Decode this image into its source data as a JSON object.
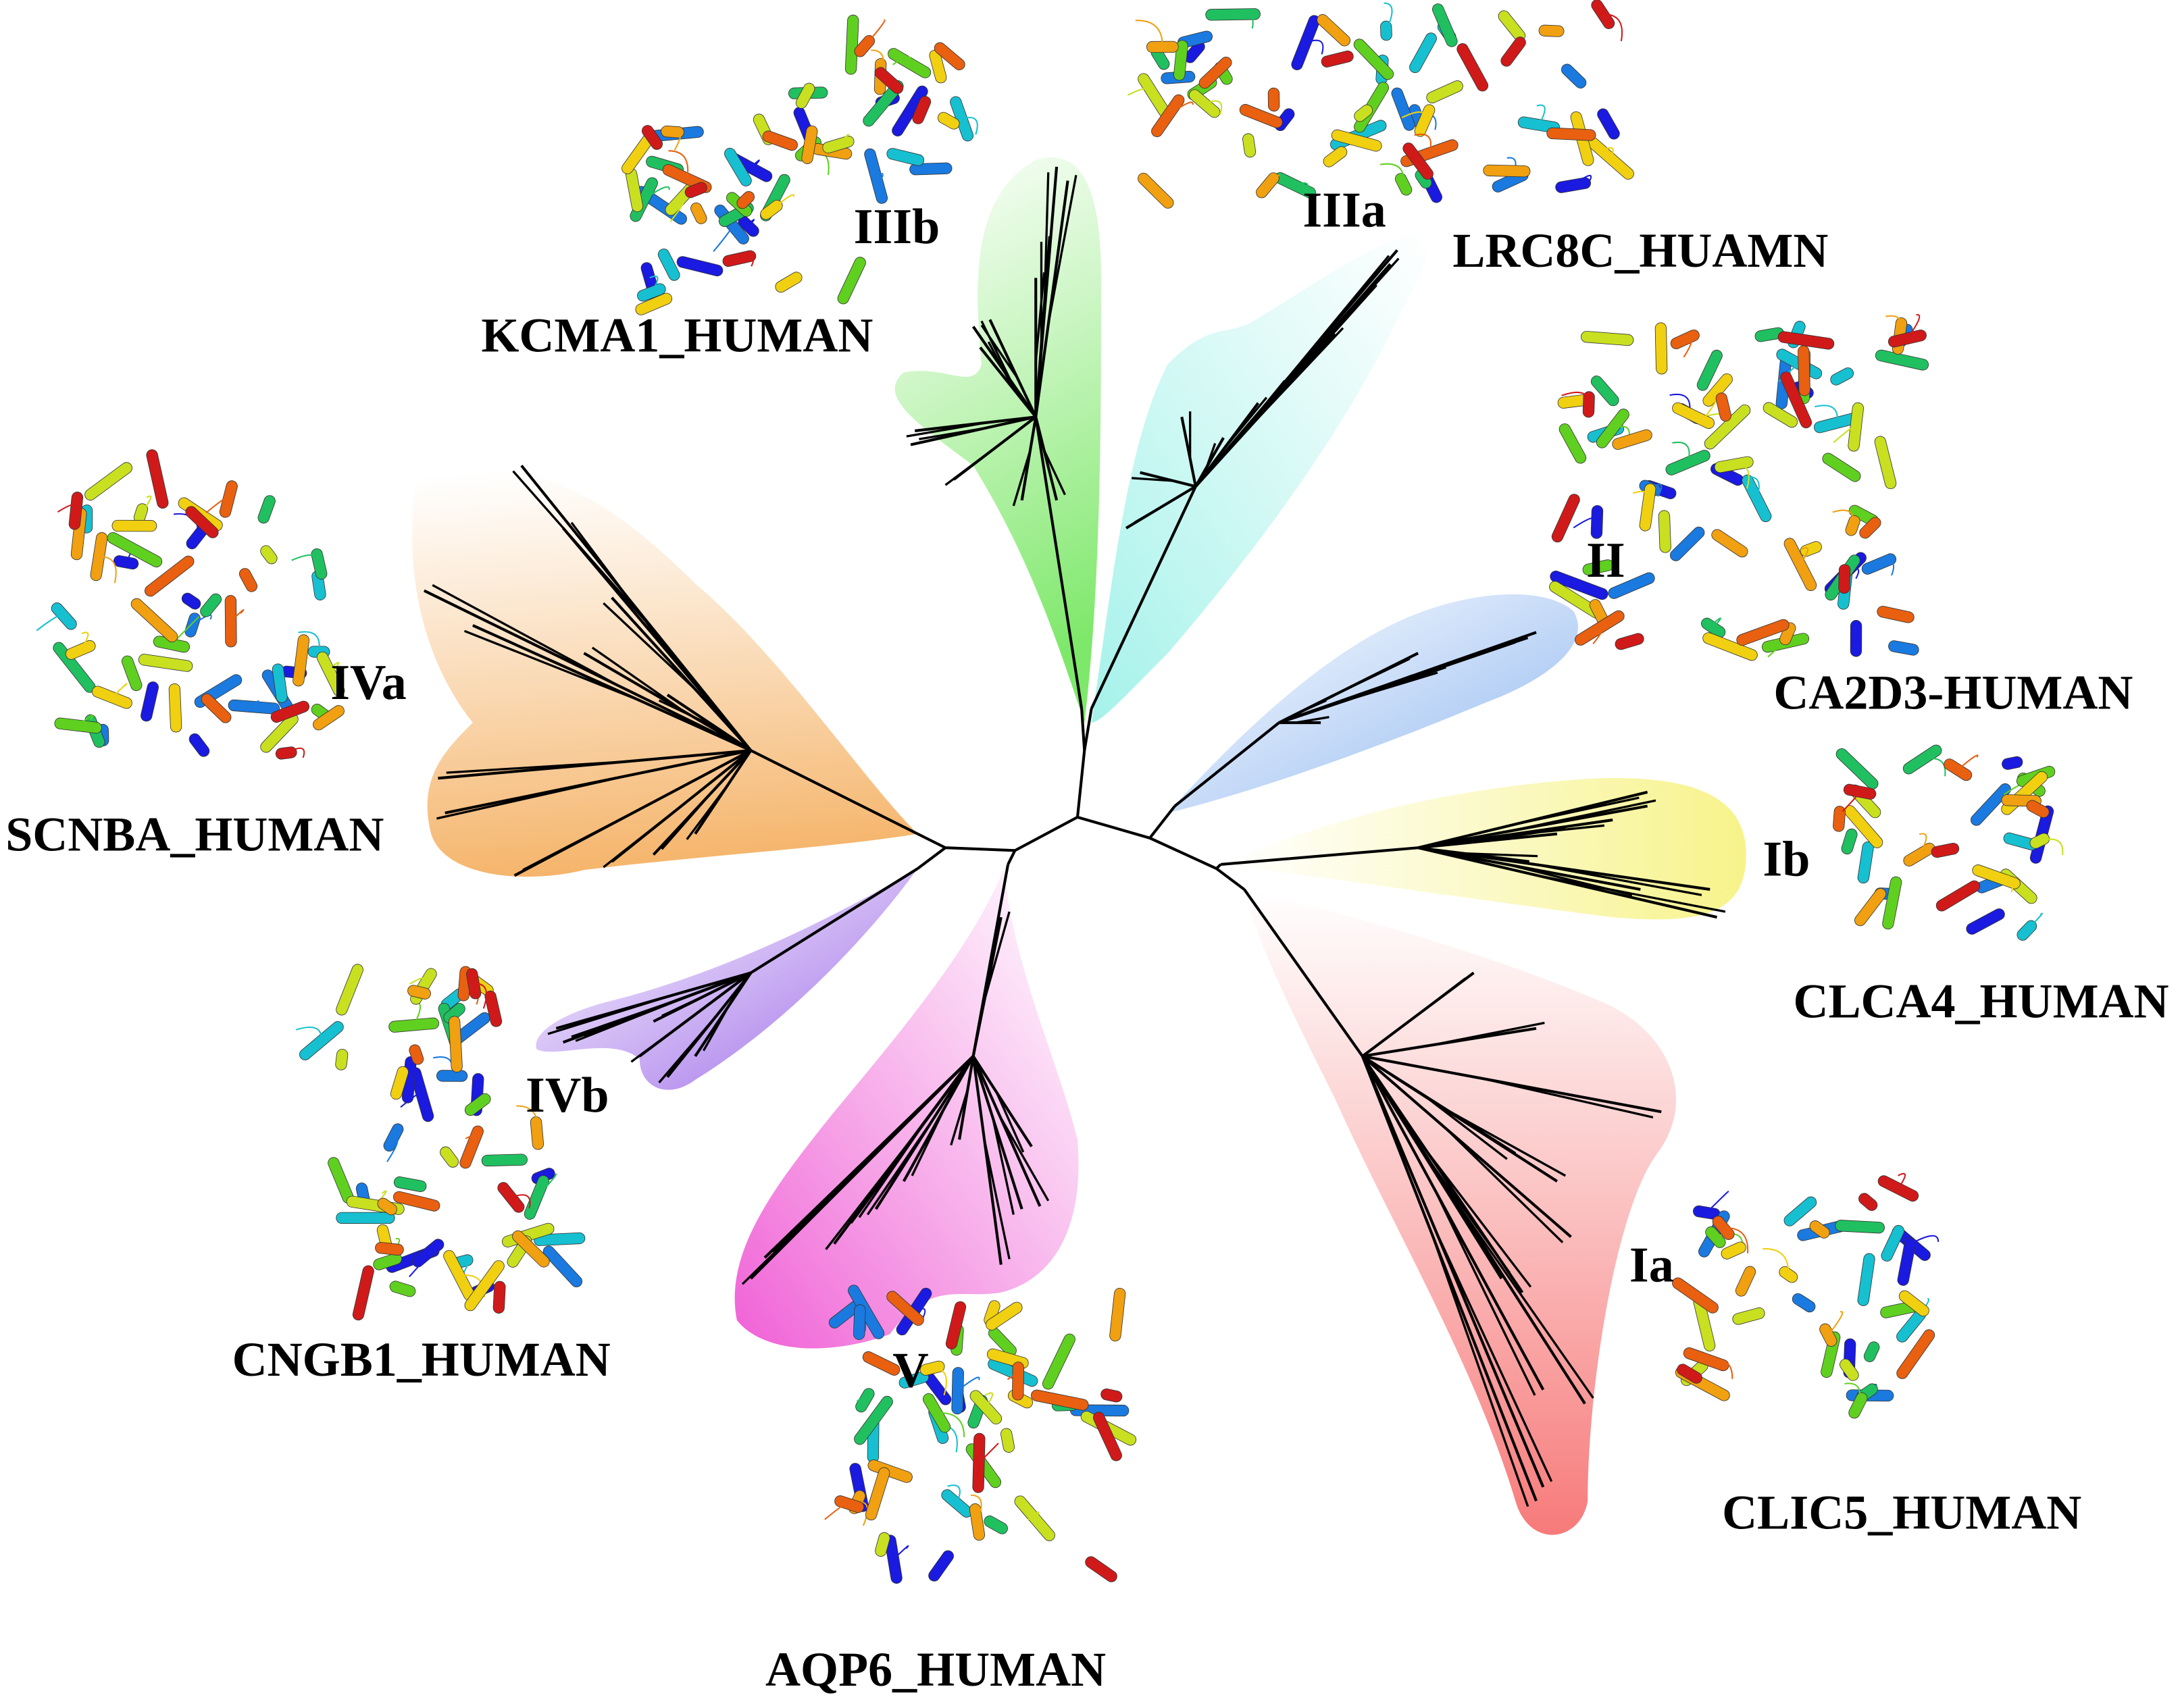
{
  "figure": {
    "type": "unrooted phylogenetic tree with representative protein structures",
    "clades": [
      {
        "id": "IIIb",
        "label": "IIIb",
        "protein": "KCMA1_HUMAN",
        "color": "#7ee86a"
      },
      {
        "id": "IIIa",
        "label": "IIIa",
        "protein": "LRC8C_HUAMN",
        "color": "#a4f2ea"
      },
      {
        "id": "II",
        "label": "II",
        "protein": "CA2D3-HUMAN",
        "color": "#8ab4f0"
      },
      {
        "id": "Ib",
        "label": "Ib",
        "protein": "CLCA4_HUMAN",
        "color": "#f7f38a"
      },
      {
        "id": "Ia",
        "label": "Ia",
        "protein": "CLIC5_HUMAN",
        "color": "#f77a7a"
      },
      {
        "id": "V",
        "label": "V",
        "protein": "AQP6_HUMAN",
        "color": "#f060d6"
      },
      {
        "id": "IVb",
        "label": "IVb",
        "protein": "CNGB1_HUMAN",
        "color": "#9a66e8"
      },
      {
        "id": "IVa",
        "label": "IVa",
        "protein": "SCNBA_HUMAN",
        "color": "#f5b46a"
      }
    ]
  }
}
